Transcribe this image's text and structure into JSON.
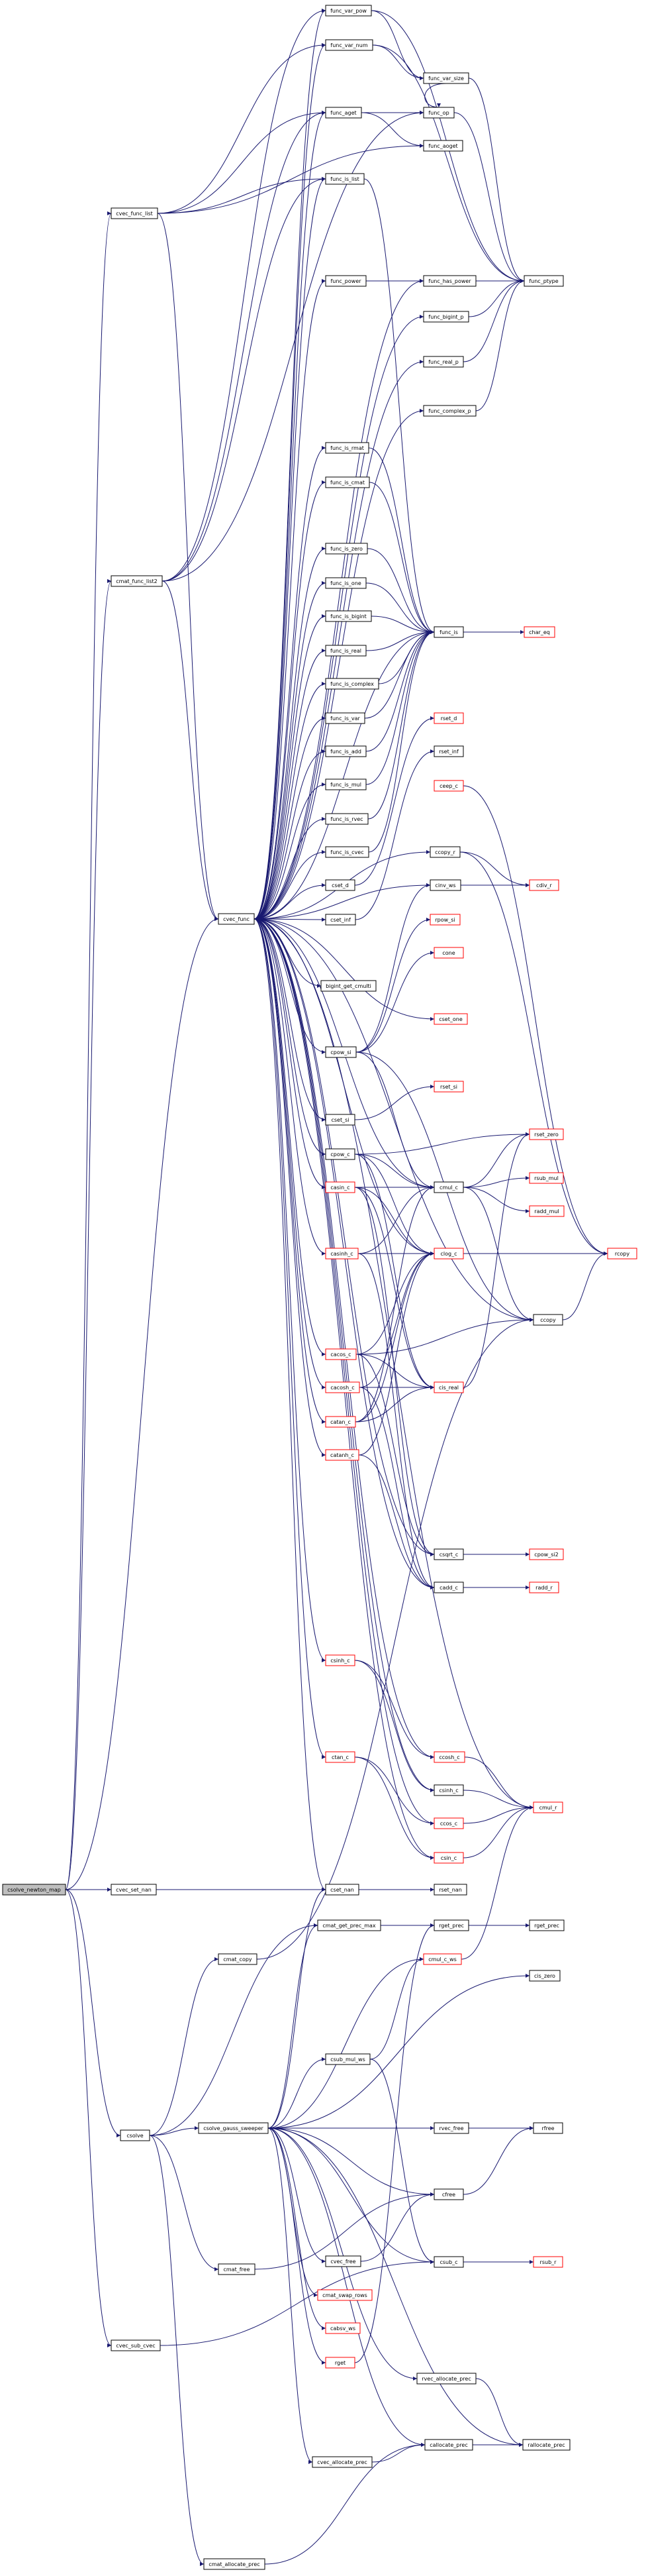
{
  "title": "",
  "colors": {
    "edge": "#191970",
    "node_border": "#000000",
    "link_border": "#ff0000",
    "root_fill": "#bfbfbf"
  },
  "nodes": [
    {
      "id": "csolve_newton_map",
      "label": "csolve_newton_map",
      "kind": "root"
    },
    {
      "id": "cvec_set_nan",
      "label": "cvec_set_nan",
      "kind": "normal"
    },
    {
      "id": "cvec_sub_cvec",
      "label": "cvec_sub_cvec",
      "kind": "normal"
    },
    {
      "id": "csolve",
      "label": "csolve",
      "kind": "normal"
    },
    {
      "id": "cvec_func_list",
      "label": "cvec_func_list",
      "kind": "normal"
    },
    {
      "id": "cmat_func_list2",
      "label": "cmat_func_list2",
      "kind": "normal"
    },
    {
      "id": "cvec_func",
      "label": "cvec_func",
      "kind": "normal"
    },
    {
      "id": "cmat_copy",
      "label": "cmat_copy",
      "kind": "normal"
    },
    {
      "id": "csolve_gauss_sweeper",
      "label": "csolve_gauss_sweeper",
      "kind": "normal"
    },
    {
      "id": "cmat_free",
      "label": "cmat_free",
      "kind": "normal"
    },
    {
      "id": "cmat_allocate_prec",
      "label": "cmat_allocate_prec",
      "kind": "normal"
    },
    {
      "id": "func_var_pow",
      "label": "func_var_pow",
      "kind": "normal"
    },
    {
      "id": "func_var_num",
      "label": "func_var_num",
      "kind": "normal"
    },
    {
      "id": "func_aget",
      "label": "func_aget",
      "kind": "normal"
    },
    {
      "id": "func_is_list",
      "label": "func_is_list",
      "kind": "normal"
    },
    {
      "id": "func_power",
      "label": "func_power",
      "kind": "normal"
    },
    {
      "id": "func_is_rmat",
      "label": "func_is_rmat",
      "kind": "normal"
    },
    {
      "id": "func_is_cmat",
      "label": "func_is_cmat",
      "kind": "normal"
    },
    {
      "id": "func_is_zero",
      "label": "func_is_zero",
      "kind": "normal"
    },
    {
      "id": "func_is_one",
      "label": "func_is_one",
      "kind": "normal"
    },
    {
      "id": "func_is_bigint",
      "label": "func_is_bigint",
      "kind": "normal"
    },
    {
      "id": "func_is_real",
      "label": "func_is_real",
      "kind": "normal"
    },
    {
      "id": "func_is_complex",
      "label": "func_is_complex",
      "kind": "normal"
    },
    {
      "id": "func_is_var",
      "label": "func_is_var",
      "kind": "normal"
    },
    {
      "id": "func_is_add",
      "label": "func_is_add",
      "kind": "normal"
    },
    {
      "id": "func_is_mul",
      "label": "func_is_mul",
      "kind": "normal"
    },
    {
      "id": "func_is_rvec",
      "label": "func_is_rvec",
      "kind": "normal"
    },
    {
      "id": "func_is_cvec",
      "label": "func_is_cvec",
      "kind": "normal"
    },
    {
      "id": "cset_d",
      "label": "cset_d",
      "kind": "normal"
    },
    {
      "id": "cset_inf",
      "label": "cset_inf",
      "kind": "normal"
    },
    {
      "id": "bigint_get_cmulti",
      "label": "bigint_get_cmulti",
      "kind": "normal"
    },
    {
      "id": "cpow_si",
      "label": "cpow_si",
      "kind": "normal"
    },
    {
      "id": "cset_si",
      "label": "cset_si",
      "kind": "normal"
    },
    {
      "id": "cpow_c",
      "label": "cpow_c",
      "kind": "normal"
    },
    {
      "id": "casin_c",
      "label": "casin_c",
      "kind": "link"
    },
    {
      "id": "casinh_c",
      "label": "casinh_c",
      "kind": "link"
    },
    {
      "id": "cacos_c",
      "label": "cacos_c",
      "kind": "link"
    },
    {
      "id": "cacosh_c",
      "label": "cacosh_c",
      "kind": "link"
    },
    {
      "id": "catan_c",
      "label": "catan_c",
      "kind": "link"
    },
    {
      "id": "catanh_c",
      "label": "catanh_c",
      "kind": "link"
    },
    {
      "id": "csinh_c",
      "label": "csinh_c",
      "kind": "link"
    },
    {
      "id": "ctan_c",
      "label": "ctan_c",
      "kind": "link"
    },
    {
      "id": "cset_nan",
      "label": "cset_nan",
      "kind": "normal"
    },
    {
      "id": "cmat_get_prec_max",
      "label": "cmat_get_prec_max",
      "kind": "normal"
    },
    {
      "id": "cmul_c_ws",
      "label": "cmul_c_ws",
      "kind": "link"
    },
    {
      "id": "csub_mul_ws",
      "label": "csub_mul_ws",
      "kind": "normal"
    },
    {
      "id": "cvec_free",
      "label": "cvec_free",
      "kind": "normal"
    },
    {
      "id": "cmat_swap_rows",
      "label": "cmat_swap_rows",
      "kind": "link"
    },
    {
      "id": "cabsv_ws",
      "label": "cabsv_ws",
      "kind": "link"
    },
    {
      "id": "rget",
      "label": "rget",
      "kind": "link"
    },
    {
      "id": "cvec_allocate_prec",
      "label": "cvec_allocate_prec",
      "kind": "normal"
    },
    {
      "id": "func_var_size",
      "label": "func_var_size",
      "kind": "normal"
    },
    {
      "id": "func_op",
      "label": "func_op",
      "kind": "normal"
    },
    {
      "id": "func_aoget",
      "label": "func_aoget",
      "kind": "normal"
    },
    {
      "id": "func_has_power",
      "label": "func_has_power",
      "kind": "normal"
    },
    {
      "id": "func_bigint_p",
      "label": "func_bigint_p",
      "kind": "normal"
    },
    {
      "id": "func_real_p",
      "label": "func_real_p",
      "kind": "normal"
    },
    {
      "id": "func_complex_p",
      "label": "func_complex_p",
      "kind": "normal"
    },
    {
      "id": "func_is",
      "label": "func_is",
      "kind": "normal"
    },
    {
      "id": "rset_d",
      "label": "rset_d",
      "kind": "link"
    },
    {
      "id": "rset_inf",
      "label": "rset_inf",
      "kind": "normal"
    },
    {
      "id": "ceep_c",
      "label": "ceep_c",
      "kind": "link"
    },
    {
      "id": "ccopy_r",
      "label": "ccopy_r",
      "kind": "normal"
    },
    {
      "id": "cinv_ws",
      "label": "cinv_ws",
      "kind": "normal"
    },
    {
      "id": "rpow_si",
      "label": "rpow_si",
      "kind": "link"
    },
    {
      "id": "cone",
      "label": "cone",
      "kind": "link"
    },
    {
      "id": "cset_one",
      "label": "cset_one",
      "kind": "link"
    },
    {
      "id": "rset_si",
      "label": "rset_si",
      "kind": "link"
    },
    {
      "id": "cmul_c",
      "label": "cmul_c",
      "kind": "normal"
    },
    {
      "id": "clog_c",
      "label": "clog_c",
      "kind": "link"
    },
    {
      "id": "cis_real",
      "label": "cis_real",
      "kind": "link"
    },
    {
      "id": "csqrt_c",
      "label": "csqrt_c",
      "kind": "normal"
    },
    {
      "id": "cadd_c",
      "label": "cadd_c",
      "kind": "normal"
    },
    {
      "id": "ccosh_c",
      "label": "ccosh_c",
      "kind": "link"
    },
    {
      "id": "csinh2_c",
      "label": "csinh_c",
      "kind": "normal"
    },
    {
      "id": "ccos_c",
      "label": "ccos_c",
      "kind": "link"
    },
    {
      "id": "csin_c",
      "label": "csin_c",
      "kind": "link"
    },
    {
      "id": "rset_nan",
      "label": "rset_nan",
      "kind": "normal"
    },
    {
      "id": "rget_prec",
      "label": "rget_prec",
      "kind": "normal"
    },
    {
      "id": "rvec_free",
      "label": "rvec_free",
      "kind": "normal"
    },
    {
      "id": "cfree",
      "label": "cfree",
      "kind": "normal"
    },
    {
      "id": "csub_c",
      "label": "csub_c",
      "kind": "normal"
    },
    {
      "id": "rvec_allocate_prec",
      "label": "rvec_allocate_prec",
      "kind": "normal"
    },
    {
      "id": "callocate_prec",
      "label": "callocate_prec",
      "kind": "normal"
    },
    {
      "id": "func_ptype",
      "label": "func_ptype",
      "kind": "normal"
    },
    {
      "id": "char_eq",
      "label": "char_eq",
      "kind": "link"
    },
    {
      "id": "cdiv_r",
      "label": "cdiv_r",
      "kind": "link"
    },
    {
      "id": "rset_zero",
      "label": "rset_zero",
      "kind": "link"
    },
    {
      "id": "rsub_mul",
      "label": "rsub_mul",
      "kind": "link"
    },
    {
      "id": "radd_mul",
      "label": "radd_mul",
      "kind": "link"
    },
    {
      "id": "ccopy",
      "label": "ccopy",
      "kind": "normal"
    },
    {
      "id": "cpow_si2",
      "label": "cpow_si2",
      "kind": "link"
    },
    {
      "id": "radd_r",
      "label": "radd_r",
      "kind": "link"
    },
    {
      "id": "cmul_r",
      "label": "cmul_r",
      "kind": "link"
    },
    {
      "id": "rget_prec2",
      "label": "rget_prec",
      "kind": "normal"
    },
    {
      "id": "cis_zero",
      "label": "cis_zero",
      "kind": "normal"
    },
    {
      "id": "rfree",
      "label": "rfree",
      "kind": "normal"
    },
    {
      "id": "rsub_r",
      "label": "rsub_r",
      "kind": "link"
    },
    {
      "id": "rallocate_prec",
      "label": "rallocate_prec",
      "kind": "normal"
    },
    {
      "id": "rcopy",
      "label": "rcopy",
      "kind": "link"
    }
  ],
  "edges": [
    [
      "csolve_newton_map",
      "cvec_set_nan"
    ],
    [
      "csolve_newton_map",
      "cvec_sub_cvec"
    ],
    [
      "csolve_newton_map",
      "csolve"
    ],
    [
      "csolve_newton_map",
      "cvec_func_list"
    ],
    [
      "csolve_newton_map",
      "cmat_func_list2"
    ],
    [
      "csolve_newton_map",
      "cvec_func"
    ],
    [
      "cvec_set_nan",
      "cset_nan"
    ],
    [
      "cvec_sub_cvec",
      "csub_c"
    ],
    [
      "csolve",
      "cmat_copy"
    ],
    [
      "csolve",
      "csolve_gauss_sweeper"
    ],
    [
      "csolve",
      "cmat_free"
    ],
    [
      "csolve",
      "cmat_allocate_prec"
    ],
    [
      "csolve",
      "cmat_get_prec_max"
    ],
    [
      "cvec_func_list",
      "func_aget"
    ],
    [
      "cvec_func_list",
      "func_is_list"
    ],
    [
      "cvec_func_list",
      "func_var_num"
    ],
    [
      "cvec_func_list",
      "func_aoget"
    ],
    [
      "cvec_func_list",
      "cvec_func"
    ],
    [
      "cmat_func_list2",
      "func_aget"
    ],
    [
      "cmat_func_list2",
      "func_is_list"
    ],
    [
      "cmat_func_list2",
      "func_var_pow"
    ],
    [
      "cmat_func_list2",
      "func_op"
    ],
    [
      "cmat_func_list2",
      "cvec_func"
    ],
    [
      "cvec_func",
      "func_var_pow"
    ],
    [
      "cvec_func",
      "func_var_num"
    ],
    [
      "cvec_func",
      "func_aget"
    ],
    [
      "cvec_func",
      "func_is_list"
    ],
    [
      "cvec_func",
      "func_power"
    ],
    [
      "cvec_func",
      "func_is_rmat"
    ],
    [
      "cvec_func",
      "func_is_cmat"
    ],
    [
      "cvec_func",
      "func_is_zero"
    ],
    [
      "cvec_func",
      "func_is_one"
    ],
    [
      "cvec_func",
      "func_is_bigint"
    ],
    [
      "cvec_func",
      "func_is_real"
    ],
    [
      "cvec_func",
      "func_is_complex"
    ],
    [
      "cvec_func",
      "func_is_var"
    ],
    [
      "cvec_func",
      "func_is_add"
    ],
    [
      "cvec_func",
      "func_is_mul"
    ],
    [
      "cvec_func",
      "func_is_rvec"
    ],
    [
      "cvec_func",
      "func_is_cvec"
    ],
    [
      "cvec_func",
      "cset_d"
    ],
    [
      "cvec_func",
      "cset_inf"
    ],
    [
      "cvec_func",
      "bigint_get_cmulti"
    ],
    [
      "cvec_func",
      "cpow_si"
    ],
    [
      "cvec_func",
      "cset_si"
    ],
    [
      "cvec_func",
      "cpow_c"
    ],
    [
      "cvec_func",
      "casin_c"
    ],
    [
      "cvec_func",
      "casinh_c"
    ],
    [
      "cvec_func",
      "cacos_c"
    ],
    [
      "cvec_func",
      "cacosh_c"
    ],
    [
      "cvec_func",
      "catan_c"
    ],
    [
      "cvec_func",
      "catanh_c"
    ],
    [
      "cvec_func",
      "csinh_c"
    ],
    [
      "cvec_func",
      "ctan_c"
    ],
    [
      "cvec_func",
      "cset_nan"
    ],
    [
      "cvec_func",
      "func_bigint_p"
    ],
    [
      "cvec_func",
      "func_real_p"
    ],
    [
      "cvec_func",
      "func_complex_p"
    ],
    [
      "cvec_func",
      "func_has_power"
    ],
    [
      "cvec_func",
      "func_is"
    ],
    [
      "cvec_func",
      "ccopy"
    ],
    [
      "cvec_func",
      "cmul_c"
    ],
    [
      "cvec_func",
      "cadd_c"
    ],
    [
      "cvec_func",
      "csqrt_c"
    ],
    [
      "cvec_func",
      "ccosh_c"
    ],
    [
      "cvec_func",
      "csinh2_c"
    ],
    [
      "cvec_func",
      "ccos_c"
    ],
    [
      "cvec_func",
      "csin_c"
    ],
    [
      "cvec_func",
      "clog_c"
    ],
    [
      "cvec_func",
      "cmul_r"
    ],
    [
      "cvec_func",
      "cset_one"
    ],
    [
      "cvec_func",
      "cinv_ws"
    ],
    [
      "cvec_func",
      "ccopy_r"
    ],
    [
      "cmat_copy",
      "ccopy"
    ],
    [
      "csolve_gauss_sweeper",
      "cmat_get_prec_max"
    ],
    [
      "csolve_gauss_sweeper",
      "cmul_c_ws"
    ],
    [
      "csolve_gauss_sweeper",
      "csub_mul_ws"
    ],
    [
      "csolve_gauss_sweeper",
      "cvec_free"
    ],
    [
      "csolve_gauss_sweeper",
      "cmat_swap_rows"
    ],
    [
      "csolve_gauss_sweeper",
      "cabsv_ws"
    ],
    [
      "csolve_gauss_sweeper",
      "rget"
    ],
    [
      "csolve_gauss_sweeper",
      "cvec_allocate_prec"
    ],
    [
      "csolve_gauss_sweeper",
      "rvec_free"
    ],
    [
      "csolve_gauss_sweeper",
      "cfree"
    ],
    [
      "csolve_gauss_sweeper",
      "rfree"
    ],
    [
      "csolve_gauss_sweeper",
      "rvec_allocate_prec"
    ],
    [
      "csolve_gauss_sweeper",
      "callocate_prec"
    ],
    [
      "csolve_gauss_sweeper",
      "rallocate_prec"
    ],
    [
      "csolve_gauss_sweeper",
      "csub_c"
    ],
    [
      "csolve_gauss_sweeper",
      "cset_nan"
    ],
    [
      "csolve_gauss_sweeper",
      "cis_zero"
    ],
    [
      "cmat_free",
      "cfree"
    ],
    [
      "cmat_allocate_prec",
      "callocate_prec"
    ],
    [
      "func_var_pow",
      "func_var_size"
    ],
    [
      "func_var_pow",
      "func_ptype"
    ],
    [
      "func_var_num",
      "func_var_size"
    ],
    [
      "func_var_num",
      "func_ptype"
    ],
    [
      "func_aget",
      "func_op"
    ],
    [
      "func_aget",
      "func_aoget"
    ],
    [
      "func_is_list",
      "func_is"
    ],
    [
      "func_power",
      "func_has_power"
    ],
    [
      "func_var_size",
      "func_op"
    ],
    [
      "func_var_size",
      "func_ptype"
    ],
    [
      "func_op",
      "func_ptype"
    ],
    [
      "func_has_power",
      "func_ptype"
    ],
    [
      "func_bigint_p",
      "func_ptype"
    ],
    [
      "func_real_p",
      "func_ptype"
    ],
    [
      "func_complex_p",
      "func_ptype"
    ],
    [
      "func_is_rmat",
      "func_is"
    ],
    [
      "func_is_cmat",
      "func_is"
    ],
    [
      "func_is_zero",
      "func_is"
    ],
    [
      "func_is_one",
      "func_is"
    ],
    [
      "func_is_bigint",
      "func_is"
    ],
    [
      "func_is_real",
      "func_is"
    ],
    [
      "func_is_complex",
      "func_is"
    ],
    [
      "func_is_var",
      "func_is"
    ],
    [
      "func_is_add",
      "func_is"
    ],
    [
      "func_is_mul",
      "func_is"
    ],
    [
      "func_is_rvec",
      "func_is"
    ],
    [
      "func_is_cvec",
      "func_is"
    ],
    [
      "func_is",
      "char_eq"
    ],
    [
      "cset_d",
      "rset_d"
    ],
    [
      "cset_inf",
      "rset_inf"
    ],
    [
      "cset_nan",
      "rset_nan"
    ],
    [
      "cpow_si",
      "rpow_si"
    ],
    [
      "cpow_si",
      "cone"
    ],
    [
      "cpow_si",
      "cinv_ws"
    ],
    [
      "cpow_si",
      "ccopy"
    ],
    [
      "cpow_si",
      "cmul_c"
    ],
    [
      "cset_si",
      "rset_si"
    ],
    [
      "cpow_c",
      "clog_c"
    ],
    [
      "cpow_c",
      "cmul_c"
    ],
    [
      "cpow_c",
      "cis_real"
    ],
    [
      "cpow_c",
      "rset_zero"
    ],
    [
      "casin_c",
      "cmul_c"
    ],
    [
      "casin_c",
      "clog_c"
    ],
    [
      "casin_c",
      "csqrt_c"
    ],
    [
      "casin_c",
      "cis_real"
    ],
    [
      "casinh_c",
      "cmul_c"
    ],
    [
      "casinh_c",
      "clog_c"
    ],
    [
      "casinh_c",
      "cadd_c"
    ],
    [
      "cacos_c",
      "clog_c"
    ],
    [
      "cacos_c",
      "csqrt_c"
    ],
    [
      "cacos_c",
      "cis_real"
    ],
    [
      "cacos_c",
      "ccopy"
    ],
    [
      "cacosh_c",
      "clog_c"
    ],
    [
      "cacosh_c",
      "cadd_c"
    ],
    [
      "cacosh_c",
      "cis_real"
    ],
    [
      "catan_c",
      "cmul_c"
    ],
    [
      "catan_c",
      "clog_c"
    ],
    [
      "catan_c",
      "cis_real"
    ],
    [
      "catanh_c",
      "clog_c"
    ],
    [
      "catanh_c",
      "cadd_c"
    ],
    [
      "csinh_c",
      "ccosh_c"
    ],
    [
      "csinh_c",
      "csinh2_c"
    ],
    [
      "ctan_c",
      "ccos_c"
    ],
    [
      "ctan_c",
      "csin_c"
    ],
    [
      "ccos_c",
      "cmul_r"
    ],
    [
      "csin_c",
      "cmul_r"
    ],
    [
      "ccosh_c",
      "cmul_r"
    ],
    [
      "csinh2_c",
      "cmul_r"
    ],
    [
      "cmul_c",
      "rset_zero"
    ],
    [
      "cmul_c",
      "rsub_mul"
    ],
    [
      "cmul_c",
      "radd_mul"
    ],
    [
      "cmul_c",
      "ccopy"
    ],
    [
      "clog_c",
      "rcopy"
    ],
    [
      "cis_real",
      "rset_zero"
    ],
    [
      "csqrt_c",
      "cpow_si2"
    ],
    [
      "cadd_c",
      "radd_r"
    ],
    [
      "ccopy",
      "rcopy"
    ],
    [
      "ccopy_r",
      "rcopy"
    ],
    [
      "ccopy_r",
      "cdiv_r"
    ],
    [
      "cinv_ws",
      "cdiv_r"
    ],
    [
      "ceep_c",
      "rcopy"
    ],
    [
      "cmul_c_ws",
      "cmul_r"
    ],
    [
      "csub_mul_ws",
      "csub_c"
    ],
    [
      "csub_mul_ws",
      "cmul_c_ws"
    ],
    [
      "csub_c",
      "rsub_r"
    ],
    [
      "rget",
      "rget_prec"
    ],
    [
      "rvec_free",
      "rfree"
    ],
    [
      "cfree",
      "rfree"
    ],
    [
      "cvec_free",
      "cfree"
    ],
    [
      "rvec_allocate_prec",
      "rallocate_prec"
    ],
    [
      "callocate_prec",
      "rallocate_prec"
    ],
    [
      "cvec_allocate_prec",
      "callocate_prec"
    ],
    [
      "rget_prec",
      "rget_prec2"
    ],
    [
      "cmat_get_prec_max",
      "rget_prec"
    ]
  ]
}
